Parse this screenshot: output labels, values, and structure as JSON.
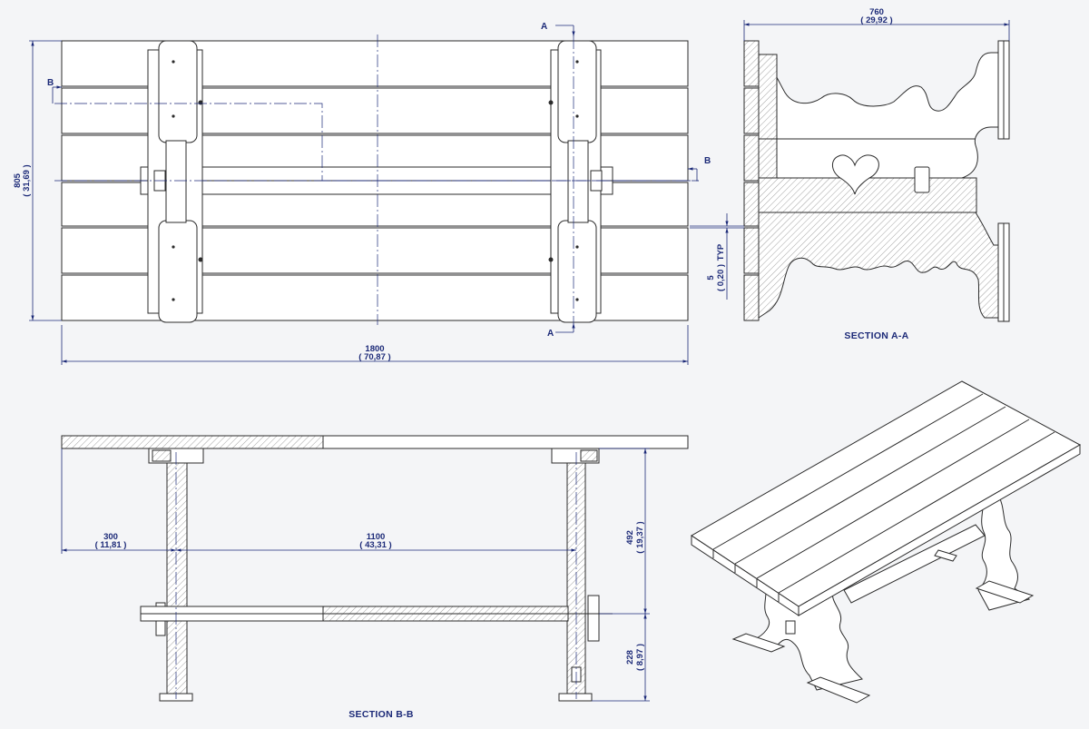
{
  "top_view": {
    "width_mm": "1800",
    "width_in": "( 70,87 )",
    "depth_mm": "805",
    "depth_in": "( 31,69 )",
    "section_a_marker": "A",
    "section_b_marker": "B"
  },
  "section_aa": {
    "title": "SECTION A-A",
    "width_mm": "760",
    "width_in": "( 29,92 )",
    "gap_mm": "5",
    "gap_in": "( 0,20 )",
    "gap_note": "TYP"
  },
  "section_bb": {
    "title": "SECTION B-B",
    "overhang_mm": "300",
    "overhang_in": "( 11,81 )",
    "span_mm": "1100",
    "span_in": "( 43,31 )",
    "upper_height_mm": "492",
    "upper_height_in": "( 19,37 )",
    "lower_height_mm": "228",
    "lower_height_in": "( 8,97 )"
  }
}
